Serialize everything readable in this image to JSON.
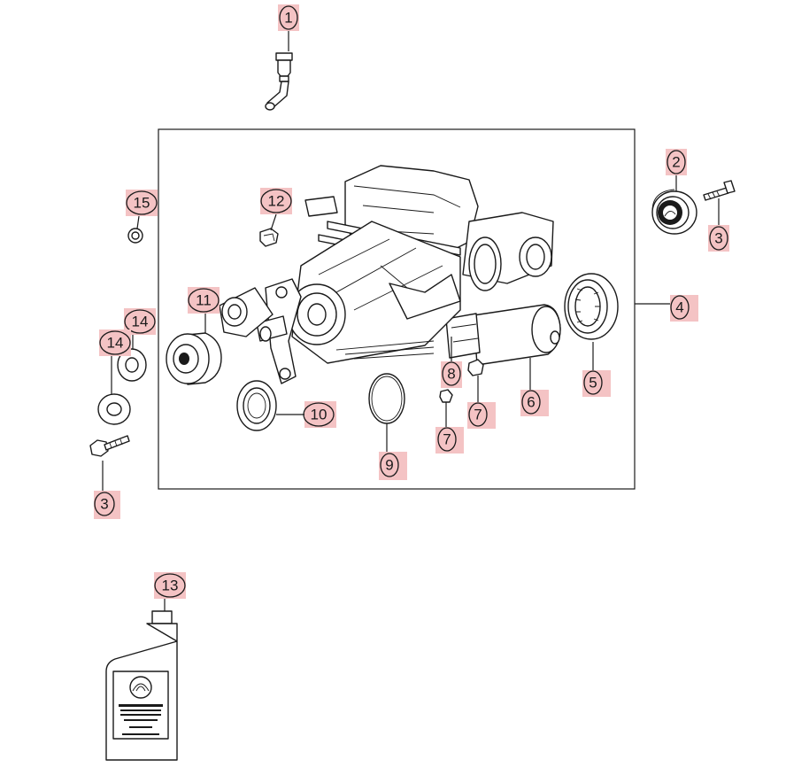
{
  "callouts": [
    {
      "id": "c1",
      "number": "1"
    },
    {
      "id": "c2",
      "number": "2"
    },
    {
      "id": "c3a",
      "number": "3"
    },
    {
      "id": "c3b",
      "number": "3"
    },
    {
      "id": "c4",
      "number": "4"
    },
    {
      "id": "c5",
      "number": "5"
    },
    {
      "id": "c6",
      "number": "6"
    },
    {
      "id": "c7a",
      "number": "7"
    },
    {
      "id": "c7b",
      "number": "7"
    },
    {
      "id": "c8",
      "number": "8"
    },
    {
      "id": "c9",
      "number": "9"
    },
    {
      "id": "c10",
      "number": "10"
    },
    {
      "id": "c11",
      "number": "11"
    },
    {
      "id": "c12",
      "number": "12"
    },
    {
      "id": "c13",
      "number": "13"
    },
    {
      "id": "c14a",
      "number": "14"
    },
    {
      "id": "c14b",
      "number": "14"
    },
    {
      "id": "c15",
      "number": "15"
    }
  ],
  "colors": {
    "highlight": "#f4c3c4",
    "line": "#1a1a1a",
    "background": "#ffffff"
  },
  "icons": {
    "bottle_logo": "mopar-logo-icon"
  }
}
